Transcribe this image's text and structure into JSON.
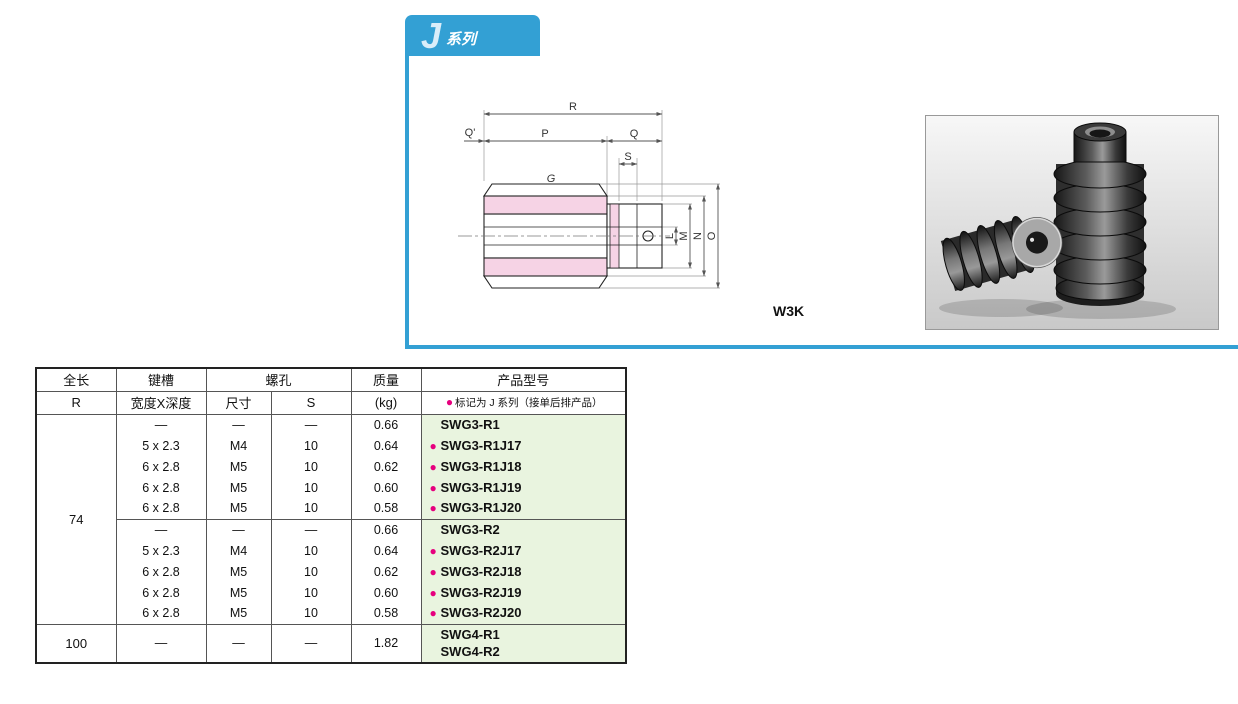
{
  "colors": {
    "accent_blue": "#33A0D4",
    "highlight_pink": "#F6D3E5",
    "dot_magenta": "#E6007E",
    "model_column_green": "#E9F4DF"
  },
  "badge": {
    "letter": "J",
    "suffix": "系列"
  },
  "drawing": {
    "caption": "W3K",
    "labels": {
      "r": "R",
      "q_prime": "Q'",
      "p": "P",
      "q": "Q",
      "s": "S",
      "g": "G",
      "l": "L",
      "m": "M",
      "n": "N",
      "o": "O"
    }
  },
  "table": {
    "header": {
      "total_length": "全长",
      "total_length_sub": "R",
      "keyway": "键槽",
      "keyway_sub": "宽度X深度",
      "screw_hole": "螺孔",
      "screw_size": "尺寸",
      "screw_s": "S",
      "mass": "质量",
      "mass_sub": "(kg)",
      "model": "产品型号",
      "model_note_dot": "●",
      "model_note": "标记为 J 系列（接单后排产品）"
    },
    "r74": "74",
    "r100": "100",
    "rows74": [
      {
        "kw": "—",
        "sz": "—",
        "s": "—",
        "kg": "0.66",
        "dot": "",
        "model": "SWG3-R1"
      },
      {
        "kw": "5 x 2.3",
        "sz": "M4",
        "s": "10",
        "kg": "0.64",
        "dot": "●",
        "model": "SWG3-R1J17"
      },
      {
        "kw": "6 x 2.8",
        "sz": "M5",
        "s": "10",
        "kg": "0.62",
        "dot": "●",
        "model": "SWG3-R1J18"
      },
      {
        "kw": "6 x 2.8",
        "sz": "M5",
        "s": "10",
        "kg": "0.60",
        "dot": "●",
        "model": "SWG3-R1J19"
      },
      {
        "kw": "6 x 2.8",
        "sz": "M5",
        "s": "10",
        "kg": "0.58",
        "dot": "●",
        "model": "SWG3-R1J20"
      },
      {
        "kw": "—",
        "sz": "—",
        "s": "—",
        "kg": "0.66",
        "dot": "",
        "model": "SWG3-R2"
      },
      {
        "kw": "5 x 2.3",
        "sz": "M4",
        "s": "10",
        "kg": "0.64",
        "dot": "●",
        "model": "SWG3-R2J17"
      },
      {
        "kw": "6 x 2.8",
        "sz": "M5",
        "s": "10",
        "kg": "0.62",
        "dot": "●",
        "model": "SWG3-R2J18"
      },
      {
        "kw": "6 x 2.8",
        "sz": "M5",
        "s": "10",
        "kg": "0.60",
        "dot": "●",
        "model": "SWG3-R2J19"
      },
      {
        "kw": "6 x 2.8",
        "sz": "M5",
        "s": "10",
        "kg": "0.58",
        "dot": "●",
        "model": "SWG3-R2J20"
      }
    ],
    "row100": {
      "kw": "—",
      "sz": "—",
      "s": "—",
      "kg": "1.82",
      "model1": "SWG4-R1",
      "model2": "SWG4-R2"
    }
  }
}
